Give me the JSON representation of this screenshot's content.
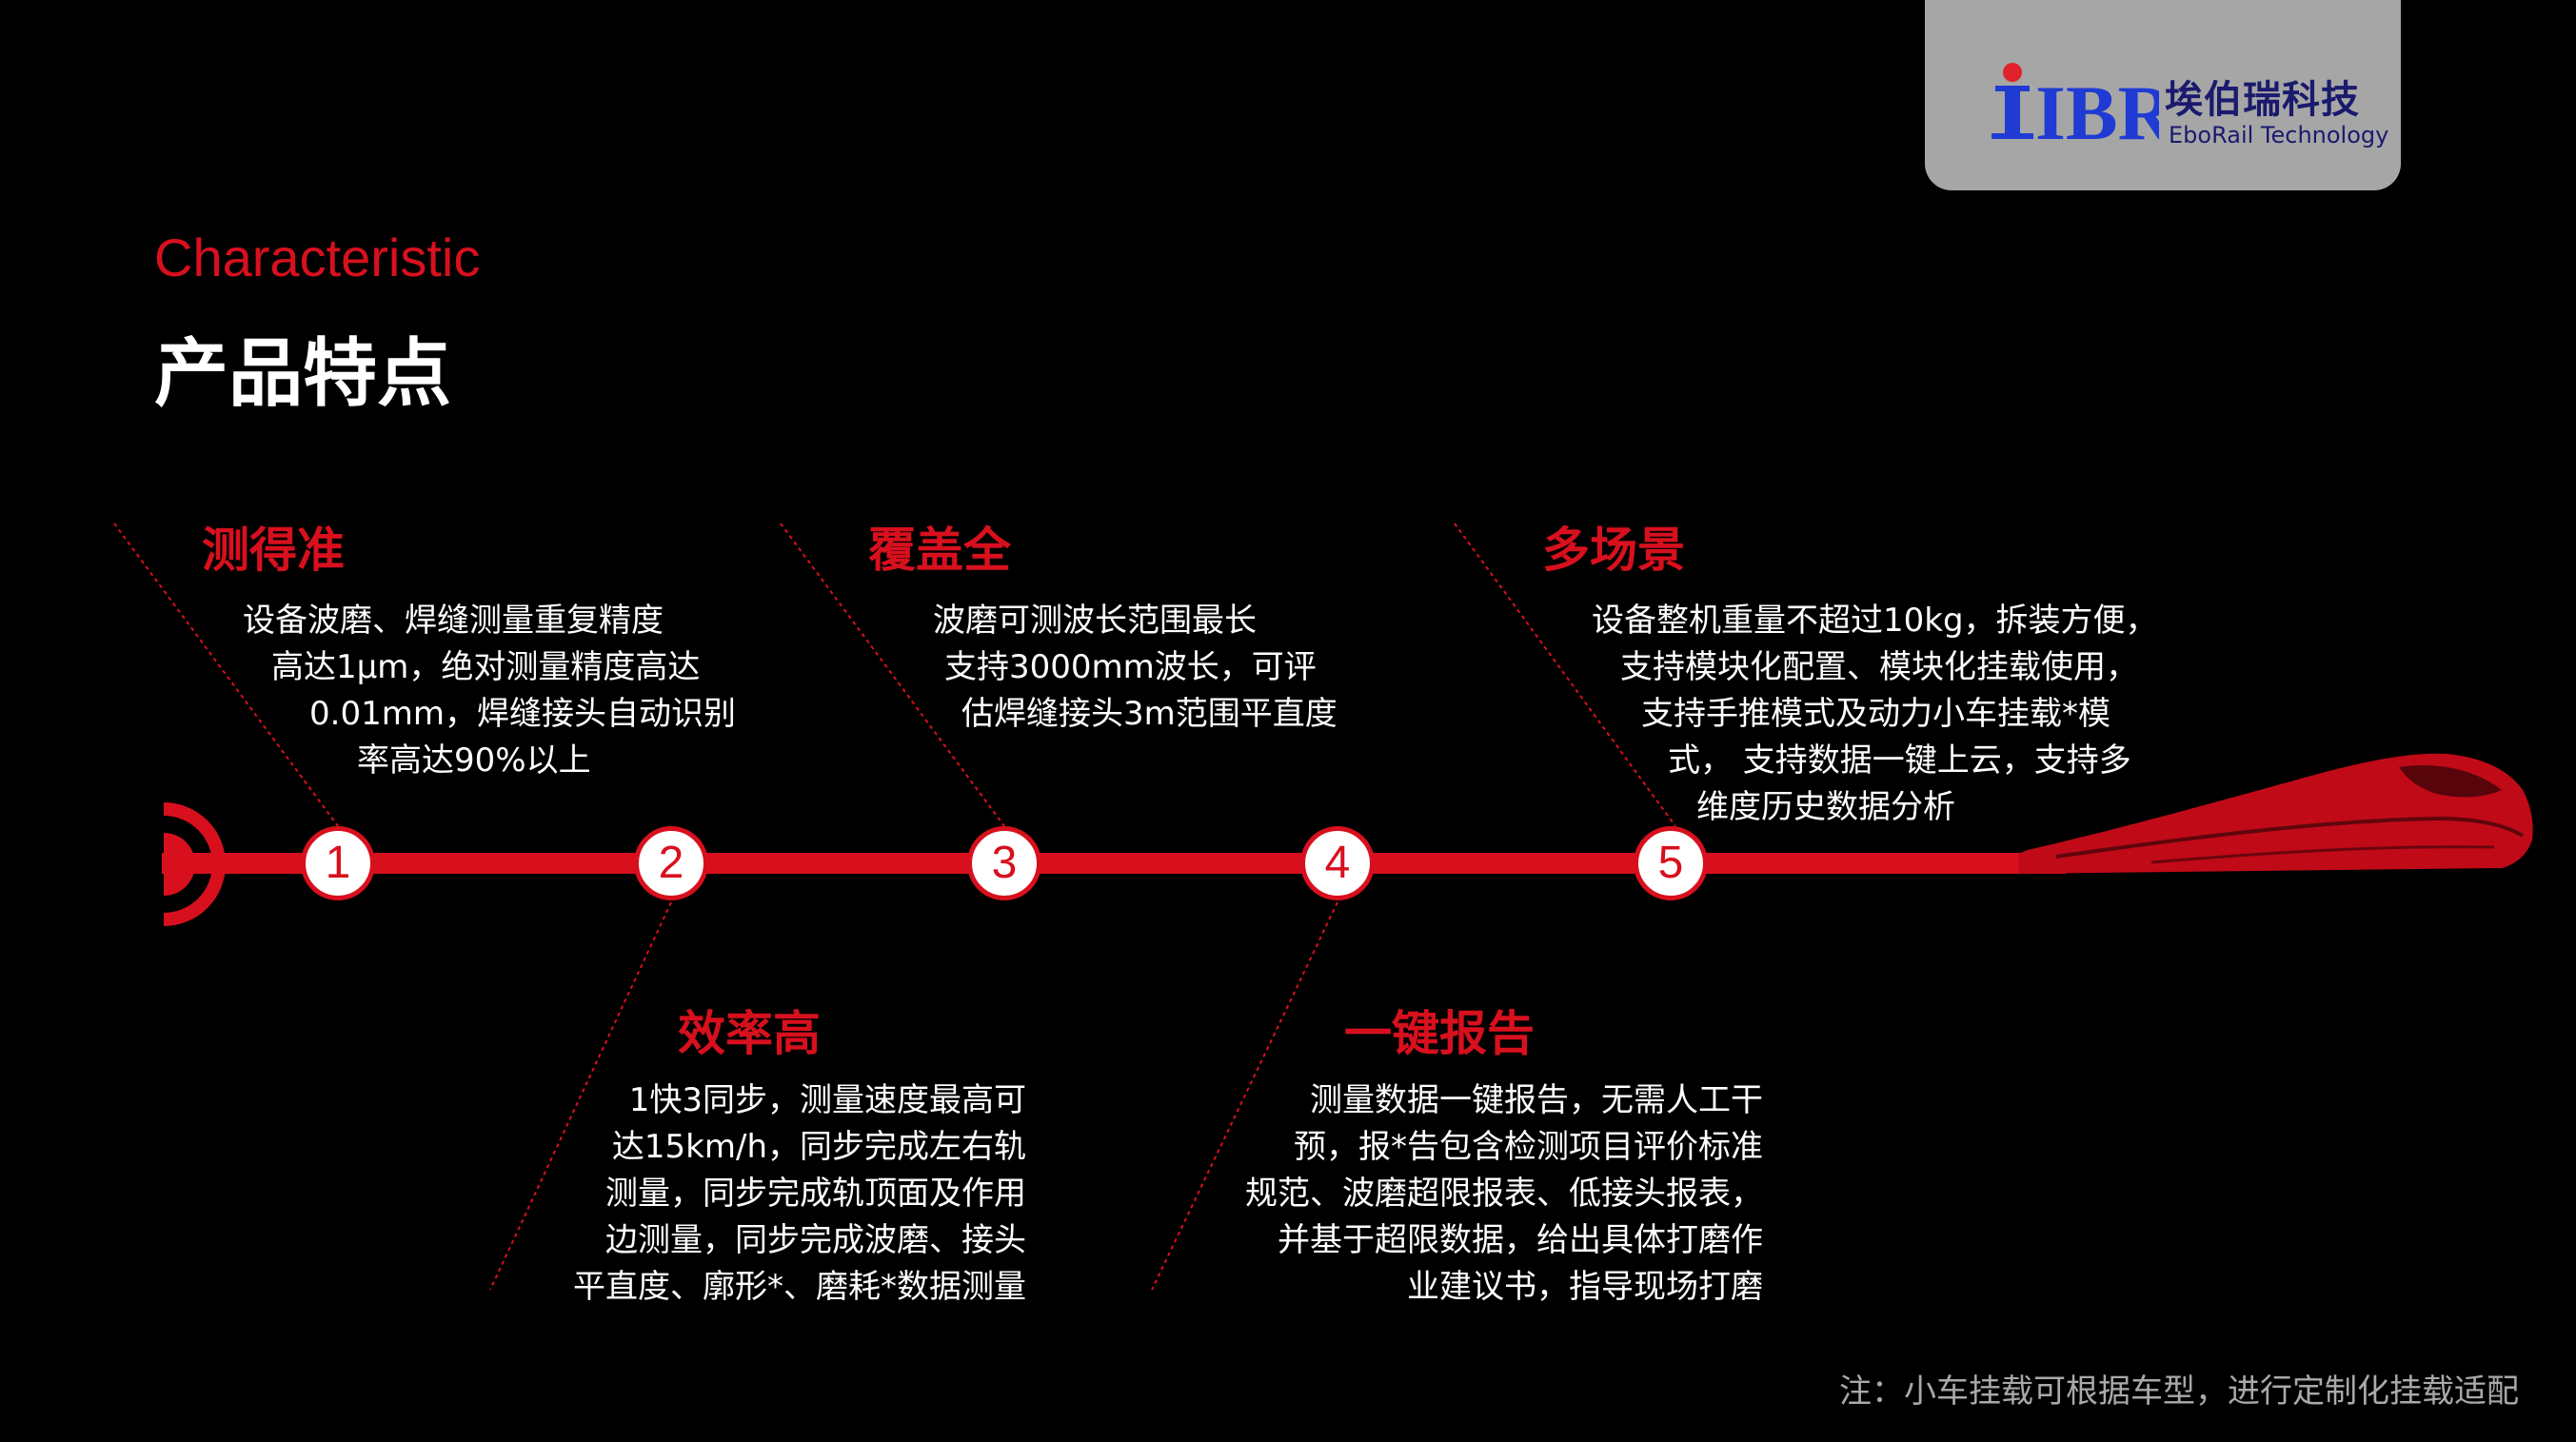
{
  "logo": {
    "mark": "IBR",
    "name_cn": "埃伯瑞科技",
    "name_en": "EboRail Technology",
    "colors": {
      "box": "#a6a6a6",
      "mark": "#1f3bd4",
      "accent": "#e0232b"
    }
  },
  "header": {
    "eyebrow": "Characteristic",
    "title": "产品特点"
  },
  "timeline": {
    "markers": [
      "1",
      "2",
      "3",
      "4",
      "5"
    ],
    "accent_color": "#d8101e"
  },
  "features": [
    {
      "title": "测得准",
      "lines": [
        "设备波磨、焊缝测量重复精度",
        "高达1μm，绝对测量精度高达",
        "0.01mm，焊缝接头自动识别",
        "率高达90%以上"
      ]
    },
    {
      "title": "效率高",
      "lines": [
        "1快3同步，测量速度最高可",
        "达15km/h，同步完成左右轨",
        "测量，同步完成轨顶面及作用",
        "边测量，同步完成波磨、接头",
        "平直度、廓形*、磨耗*数据测量"
      ]
    },
    {
      "title": "覆盖全",
      "lines": [
        "波磨可测波长范围最长",
        "支持3000mm波长，可评",
        "估焊缝接头3m范围平直度"
      ]
    },
    {
      "title": "一键报告",
      "lines": [
        "测量数据一键报告，无需人工干",
        "预，报*告包含检测项目评价标准",
        "规范、波磨超限报表、低接头报表，",
        "并基于超限数据，给出具体打磨作",
        "业建议书，指导现场打磨"
      ]
    },
    {
      "title": "多场景",
      "lines": [
        "设备整机重量不超过10kg，拆装方便，",
        "支持模块化配置、模块化挂载使用，",
        "支持手推模式及动力小车挂载*模",
        "式， 支持数据一键上云，支持多",
        "维度历史数据分析"
      ]
    }
  ],
  "footer": {
    "note": "注：小车挂载可根据车型，进行定制化挂载适配"
  }
}
